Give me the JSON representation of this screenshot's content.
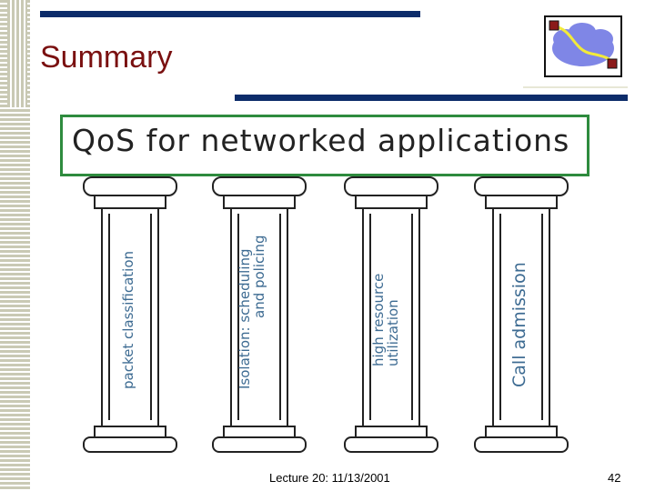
{
  "slide": {
    "title": "Summary",
    "banner": "QoS for networked applications",
    "footer": "Lecture 20: 11/13/2001",
    "page_number": "42"
  },
  "pillars": [
    {
      "lines": [
        "packet classification"
      ]
    },
    {
      "lines": [
        "Isolation: scheduling",
        "and policing"
      ]
    },
    {
      "lines": [
        "high resource",
        "utilization"
      ]
    },
    {
      "lines": [
        "Call admission"
      ]
    }
  ],
  "colors": {
    "title": "#7a1010",
    "accent_bar": "#0c2c6a",
    "banner_border": "#2e8b3e",
    "pillar_text": "#3d6b92"
  },
  "icons": {
    "logo": "network-cloud-icon"
  }
}
